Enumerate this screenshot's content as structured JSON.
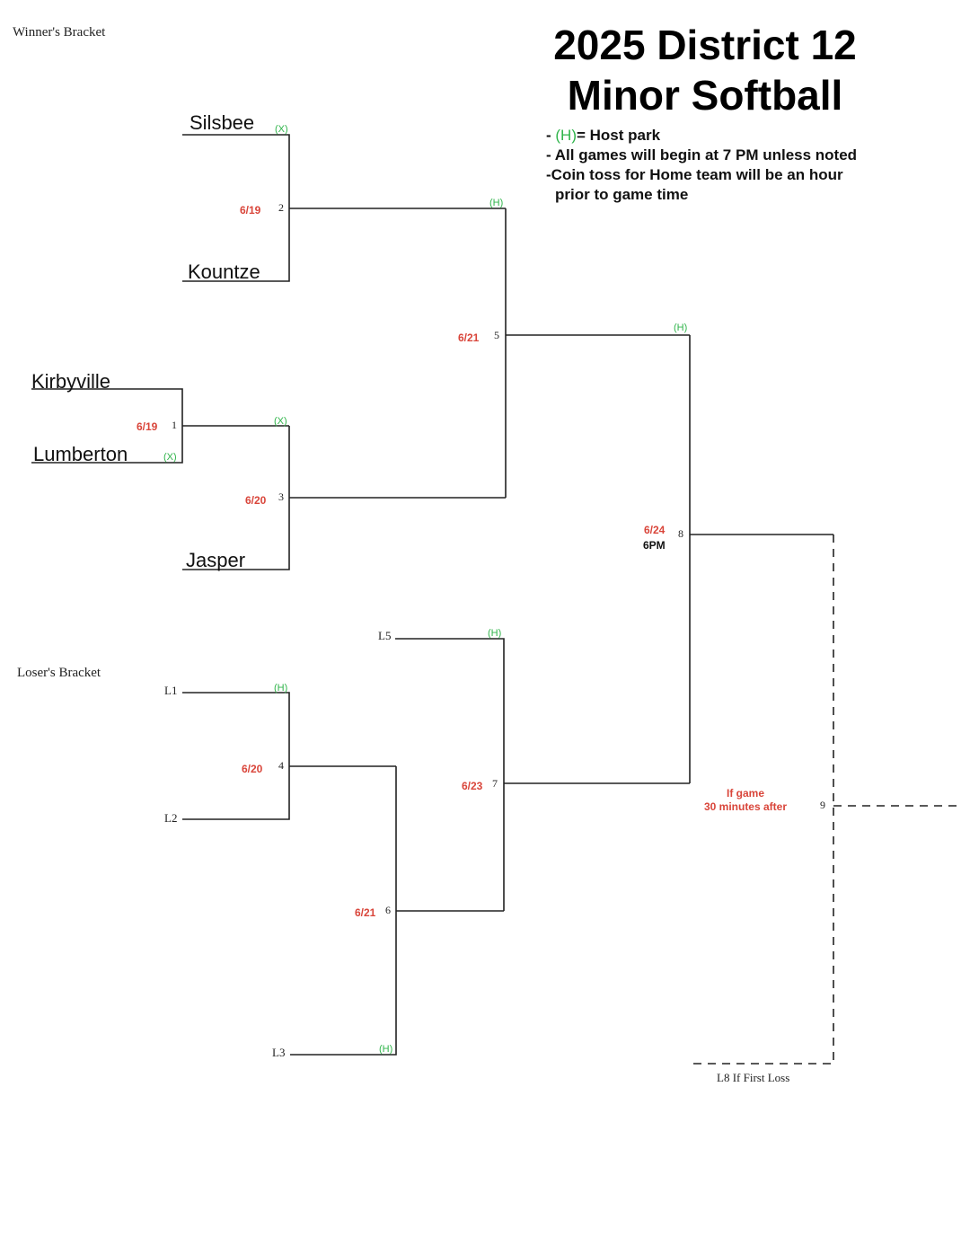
{
  "header": {
    "title_line1": "2025 District 12",
    "title_line2": "Minor Softball",
    "legend": {
      "host_marker": "(H)",
      "host_meaning": "= Host park",
      "line1": "All games will begin at 7 PM unless noted",
      "line2": "Coin toss for Home team will be an hour",
      "line3": "prior to game time"
    }
  },
  "sections": {
    "winners": "Winner's Bracket",
    "losers": "Loser's Bracket"
  },
  "teams": {
    "silsbee": "Silsbee",
    "kountze": "Kountze",
    "kirbyville": "Kirbyville",
    "lumberton": "Lumberton",
    "jasper": "Jasper"
  },
  "slots": {
    "l1": "L1",
    "l2": "L2",
    "l3": "L3",
    "l5": "L5",
    "l8": "L8 If First Loss"
  },
  "games": {
    "g1": {
      "number": "1",
      "date": "6/19"
    },
    "g2": {
      "number": "2",
      "date": "6/19"
    },
    "g3": {
      "number": "3",
      "date": "6/20"
    },
    "g4": {
      "number": "4",
      "date": "6/20"
    },
    "g5": {
      "number": "5",
      "date": "6/21"
    },
    "g6": {
      "number": "6",
      "date": "6/21"
    },
    "g7": {
      "number": "7",
      "date": "6/23"
    },
    "g8": {
      "number": "8",
      "date": "6/24",
      "time": "6PM"
    },
    "g9": {
      "number": "9",
      "note_line1": "If game",
      "note_line2": "30 minutes after"
    }
  },
  "markers": {
    "x": "(X)",
    "h": "(H)"
  },
  "colors": {
    "date_red": "#d9453a",
    "host_green": "#2fb44a",
    "line": "#222222"
  }
}
